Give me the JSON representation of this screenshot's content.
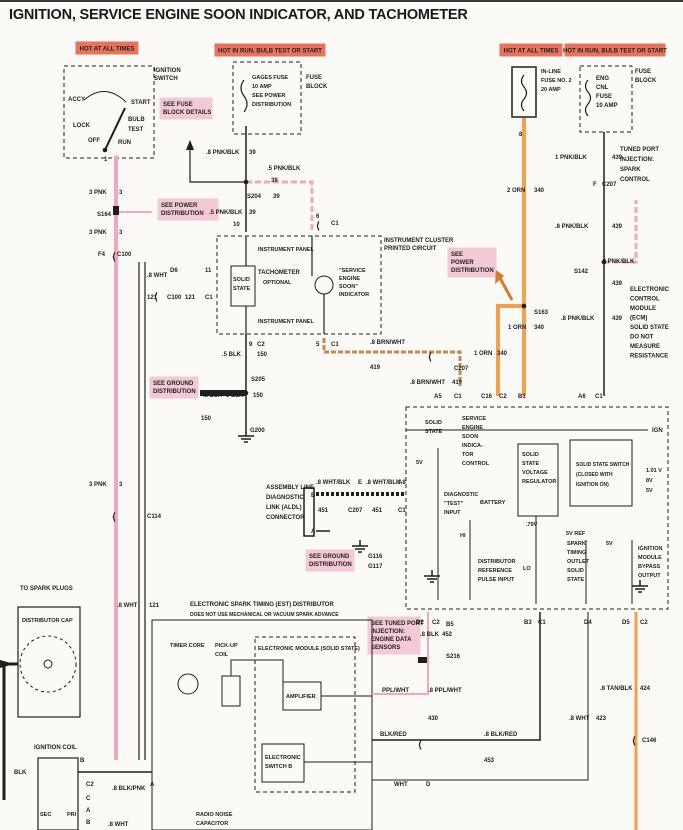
{
  "title": "IGNITION, SERVICE ENGINE SOON INDICATOR, AND TACHOMETER",
  "hot_labels": [
    "HOT AT ALL TIMES",
    "HOT IN RUN, BULB TEST OR START",
    "HOT AT ALL TIMES",
    "HOT IN RUN, BULB TEST OR START"
  ],
  "note_boxes": [
    [
      "SEE FUSE",
      "BLOCK DETAILS"
    ],
    [
      "SEE POWER",
      "DISTRIBUTION"
    ],
    [
      "SEE",
      "POWER",
      "DISTRIBUTION"
    ],
    [
      "SEE GROUND",
      "DISTRIBUTION"
    ],
    [
      "SEE GROUND",
      "DISTRIBUTION"
    ],
    [
      "SEE TUNED PORT",
      "INJECTION:",
      "ENGINE DATA",
      "SENSORS"
    ]
  ],
  "ignition_switch": {
    "label": [
      "IGNITION",
      "SWITCH"
    ],
    "positions": [
      "ACCY",
      "LOCK",
      "OFF",
      "RUN",
      "START",
      "BULB",
      "TEST"
    ],
    "terminal": "1"
  },
  "fuses": [
    {
      "lines": [
        "GAGES FUSE",
        "10 AMP",
        "SEE POWER",
        "DISTRIBUTION"
      ],
      "tag": [
        "FUSE",
        "BLOCK"
      ]
    },
    {
      "lines": [
        "IN-LINE",
        "FUSE NO. 2",
        "20 AMP"
      ],
      "tag": []
    },
    {
      "lines": [
        "ENG",
        "CNL",
        "FUSE",
        "10 AMP"
      ],
      "tag": [
        "FUSE",
        "BLOCK"
      ]
    }
  ],
  "tpi_note": [
    "TUNED PORT",
    "INJECTION:",
    "SPARK",
    "CONTROL"
  ],
  "ecm_note": [
    "ELECTRONIC",
    "CONTROL",
    "MODULE",
    "(ECM)",
    "SOLID STATE",
    "DO NOT",
    "MEASURE",
    "RESISTANCE"
  ],
  "cluster": {
    "title": [
      "INSTRUMENT CLUSTER",
      "PRINTED CIRCUIT"
    ],
    "items": [
      "INSTRUMENT PANEL",
      "INSTRUMENT PANEL",
      "TACHOMETER",
      "OPTIONAL",
      "SOLID",
      "STATE",
      "\"SERVICE",
      "ENGINE",
      "SOON\"",
      "INDICATOR"
    ]
  },
  "wire_labels": [
    ".8 PNK/BLK",
    "39",
    ".5 PNK/BLK",
    "39",
    "S204",
    "39",
    ".5 PNK/BLK",
    "39",
    "10",
    "6",
    "C1",
    "3 PNK",
    "3",
    "S164",
    "3 PNK",
    "3",
    "F4",
    "C100",
    ".8 WHT",
    "D6",
    "121",
    "C100",
    "121",
    "11",
    "C1",
    "9",
    "C2",
    ".5 BLK",
    "150",
    "5",
    "C1",
    ".8 BRN/WHT",
    "419",
    "S205",
    ".8 BLK",
    "3 BLK",
    "150",
    "150",
    "G200",
    "C207",
    ".8 BRN/WHT",
    "419",
    "A5",
    "C1",
    "2 ORN",
    "340",
    "8",
    "1 ORN",
    "340",
    "S163",
    "1 ORN",
    "340",
    "1 PNK/BLK",
    "439",
    "F",
    "C207",
    ".8 PNK/BLK",
    "439",
    "S142",
    ".8 PNK/BLK",
    "439",
    ".8 PNK/BLK",
    "439",
    "C16",
    "C2",
    "B1",
    "A6",
    "C1",
    "3 PNK",
    "3",
    "C114",
    ".8 WHT",
    "121"
  ],
  "ecm_internal": [
    "IGN",
    "SOLID",
    "STATE",
    "SERVICE",
    "ENGINE",
    "SOON",
    "INDICA-",
    "TOR",
    "CONTROL",
    "5V",
    "DIAGNOSTIC",
    "\"TEST\"",
    "INPUT",
    "BATTERY",
    "SOLID",
    "STATE",
    "VOLTAGE",
    "REGULATOR",
    "SOLID STATE SWITCH",
    "(CLOSED WITH",
    "IGNITION ON)",
    "1.01 V",
    "8V",
    "5V",
    "HI",
    "LO",
    "DISTRIBUTOR",
    "REFERENCE",
    "PULSE INPUT",
    "SPARK",
    "TIMING",
    "OUTLET",
    "SOLID",
    "STATE",
    "IGNITION",
    "MODULE",
    "BYPASS",
    "OUTPUT",
    "5V REF",
    "5V",
    ".79V"
  ],
  "aldl": {
    "label": [
      "ASSEMBLY LINE",
      "DIAGNOSTIC",
      "LINK (ALDL)",
      "CONNECTOR"
    ],
    "wires": [
      ".8 WHT/BLK",
      "E",
      ".8 WHT/BLK",
      "A8",
      "B",
      "451",
      "C207",
      "451",
      "C1",
      "A"
    ]
  },
  "grounds": [
    "G116",
    "G117"
  ],
  "est": {
    "title": "ELECTRONIC SPARK TIMING (EST) DISTRIBUTOR",
    "subtitle": "DOES NOT USE MECHANICAL OR VACUUM SPARK ADVANCE",
    "timer_core": "TIMER CORE",
    "pickup": [
      "PICK-UP",
      "COIL"
    ],
    "module": "ELECTRONIC MODULE (SOLID STATE)",
    "amplifier": "AMPLIFIER",
    "switch": [
      "ELECTRONIC",
      "SWITCH B"
    ],
    "radio_noise": [
      "RADIO NOISE",
      "CAPACITOR"
    ]
  },
  "spark": {
    "to_plugs": "TO SPARK PLUGS",
    "cap": "DISTRIBUTOR CAP"
  },
  "coil": {
    "label": "IGNITION COIL",
    "sec": "SEC",
    "pri": "PRI"
  },
  "bottom_wires": [
    "D2",
    "C2",
    "B5",
    ".8 BLK",
    "452",
    "S216",
    "PPL/WHT",
    ".8 PPL/WHT",
    "430",
    "B3",
    "C1",
    "D4",
    "D5",
    "C2",
    ".8 TAN/BLK",
    "424",
    ".8 WHT",
    "423",
    "C146",
    "BLK/RED",
    ".8 BLK/RED",
    "453",
    "WHT",
    "D",
    "BLK",
    "B",
    "C2",
    ".8 BLK/PNK",
    "A",
    "C",
    "A",
    "B",
    ".8 WHT"
  ]
}
